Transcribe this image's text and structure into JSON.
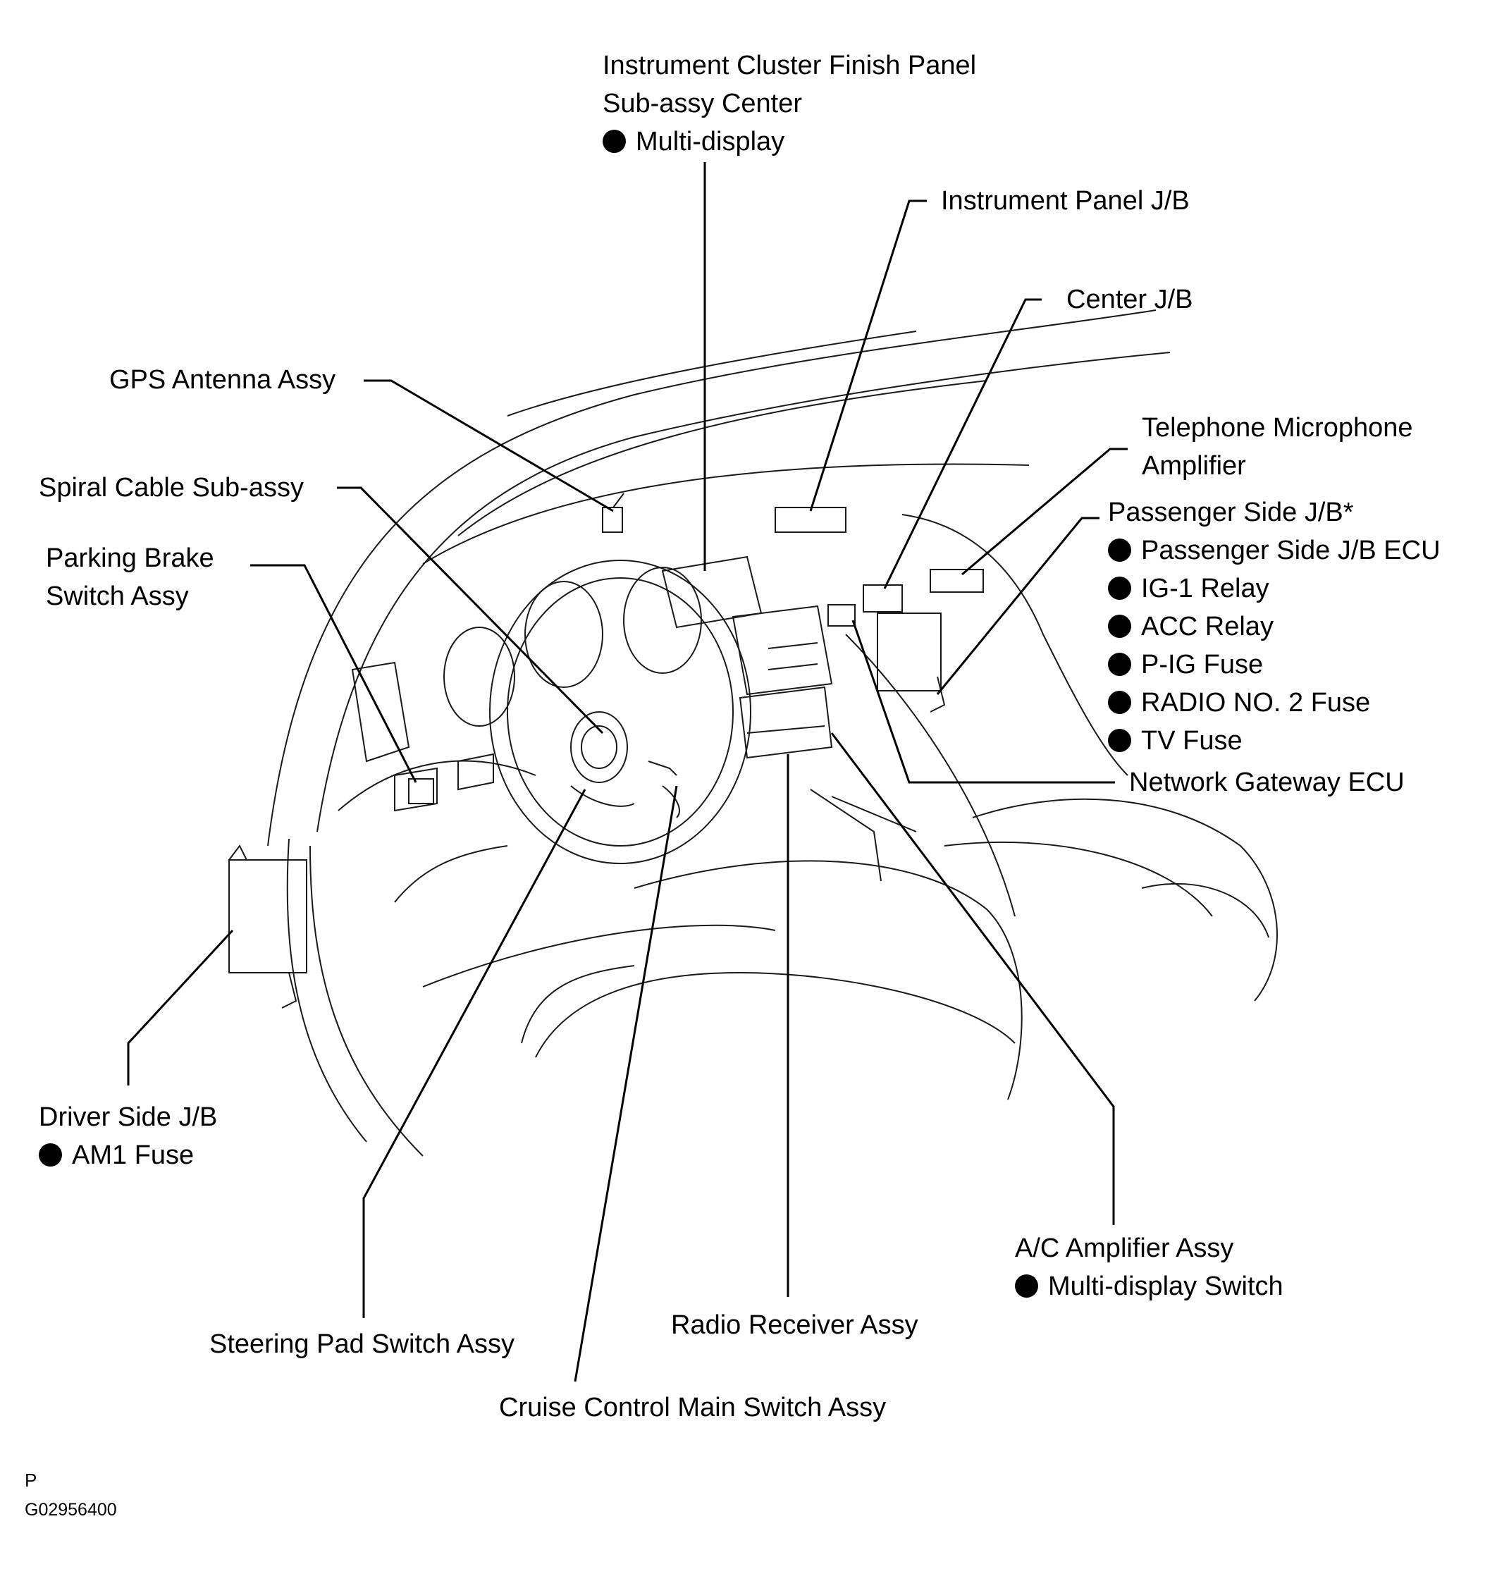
{
  "labels": {
    "cluster_finish_panel": {
      "line1": "Instrument Cluster Finish Panel",
      "line2": "Sub-assy  Center",
      "line3": "Multi-display"
    },
    "instrument_panel_jb": "Instrument Panel J/B",
    "center_jb": "Center J/B",
    "gps_antenna": "GPS Antenna Assy",
    "telephone_mic_amp": {
      "line1": "Telephone Microphone",
      "line2": "Amplifier"
    },
    "spiral_cable": "Spiral Cable Sub-assy",
    "passenger_side_jb": {
      "title": "Passenger Side J/B*",
      "items": [
        "Passenger Side J/B ECU",
        "IG-1 Relay",
        "ACC Relay",
        "P-IG  Fuse",
        "RADIO NO. 2 Fuse",
        "TV Fuse"
      ]
    },
    "parking_brake": {
      "line1": "Parking Brake",
      "line2": "Switch Assy"
    },
    "network_gateway": "Network Gateway ECU",
    "driver_side_jb": {
      "title": "Driver Side J/B",
      "item": "AM1 Fuse"
    },
    "ac_amplifier": {
      "title": "A/C Amplifier Assy",
      "item": "Multi-display  Switch"
    },
    "steering_pad": "Steering Pad Switch Assy",
    "radio_receiver": "Radio Receiver Assy",
    "cruise_control": "Cruise Control Main Switch Assy"
  },
  "footer": {
    "section_code": "P",
    "figure_id": "G02956400"
  },
  "colors": {
    "ink": "#000000",
    "background": "#ffffff",
    "drawing": "#1a1a1a"
  }
}
